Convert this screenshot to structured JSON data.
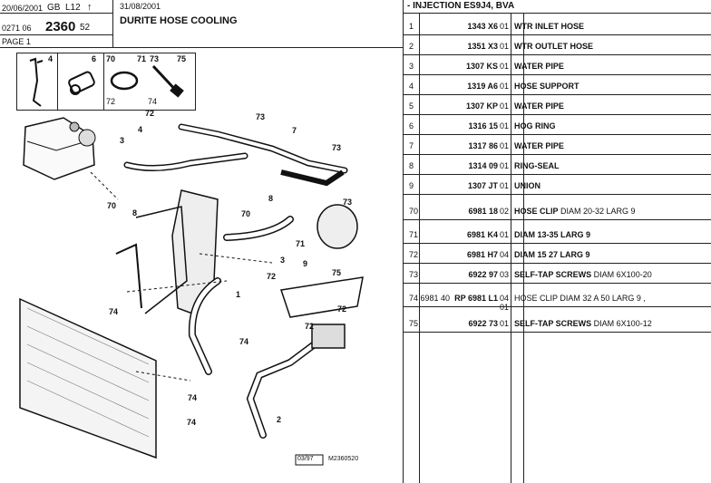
{
  "header": {
    "date_left": "20/06/2001",
    "lang": "GB",
    "model": "L12",
    "arrow": "↑",
    "date_right": "31/08/2001",
    "title": "DURITE HOSE COOLING",
    "ref_prefix": "0271 06",
    "ref_main": "2360",
    "ref_suffix": "52",
    "page": "PAGE 1",
    "right_title": "- INJECTION ES9J4, BVA"
  },
  "thumbs": [
    "4",
    "6",
    "70",
    "71",
    "73",
    "75",
    "72",
    "74"
  ],
  "diagram": {
    "callouts": [
      "72",
      "73",
      "4",
      "7",
      "3",
      "73",
      "70",
      "8",
      "8",
      "73",
      "70",
      "71",
      "3",
      "9",
      "75",
      "72",
      "72",
      "74",
      "1",
      "74",
      "72",
      "74",
      "74",
      "2"
    ],
    "footer_code": "03/97",
    "footer_ref": "M2360520"
  },
  "parts": [
    {
      "idx": "1",
      "ref": "1343 X6",
      "qty": "01",
      "desc": "WTR INLET HOSE"
    },
    {
      "idx": "2",
      "ref": "1351 X3",
      "qty": "01",
      "desc": "WTR OUTLET HOSE"
    },
    {
      "idx": "3",
      "ref": "1307 KS",
      "qty": "01",
      "desc": "WATER PIPE"
    },
    {
      "idx": "4",
      "ref": "1319 A6",
      "qty": "01",
      "desc": "HOSE SUPPORT"
    },
    {
      "idx": "5",
      "ref": "1307 KP",
      "qty": "01",
      "desc": "WATER PIPE"
    },
    {
      "idx": "6",
      "ref": "1316 15",
      "qty": "01",
      "desc": "HOG RING"
    },
    {
      "idx": "7",
      "ref": "1317 86",
      "qty": "01",
      "desc": "WATER PIPE"
    },
    {
      "idx": "8",
      "ref": "1314 09",
      "qty": "01",
      "desc": "RING-SEAL"
    },
    {
      "idx": "9",
      "ref": "1307 JT",
      "qty": "01",
      "desc": "UNION"
    },
    {
      "idx": "70",
      "ref": "6981 18",
      "qty": "02",
      "desc": "HOSE CLIP",
      "desc2": "DIAM 20-32 LARG 9"
    },
    {
      "idx": "71",
      "ref": "6981 K4",
      "qty": "01",
      "desc": "DIAM 13-35 LARG 9"
    },
    {
      "idx": "72",
      "ref": "6981 H7",
      "qty": "04",
      "desc": "DIAM 15 27 LARG 9"
    },
    {
      "idx": "73",
      "ref": "6922 97",
      "qty": "03",
      "desc": "SELF-TAP SCREWS",
      "desc2": "DIAM 6X100-20"
    },
    {
      "idx": "74 6981 40",
      "ref": "RP 6981 L1",
      "qty": "04 01",
      "desc": "HOSE CLIP DIAM 32 A 50 LARG 9 ,"
    },
    {
      "idx": "75",
      "ref": "6922 73",
      "qty": "01",
      "desc": "SELF-TAP SCREWS",
      "desc2": "DIAM 6X100-12"
    }
  ]
}
